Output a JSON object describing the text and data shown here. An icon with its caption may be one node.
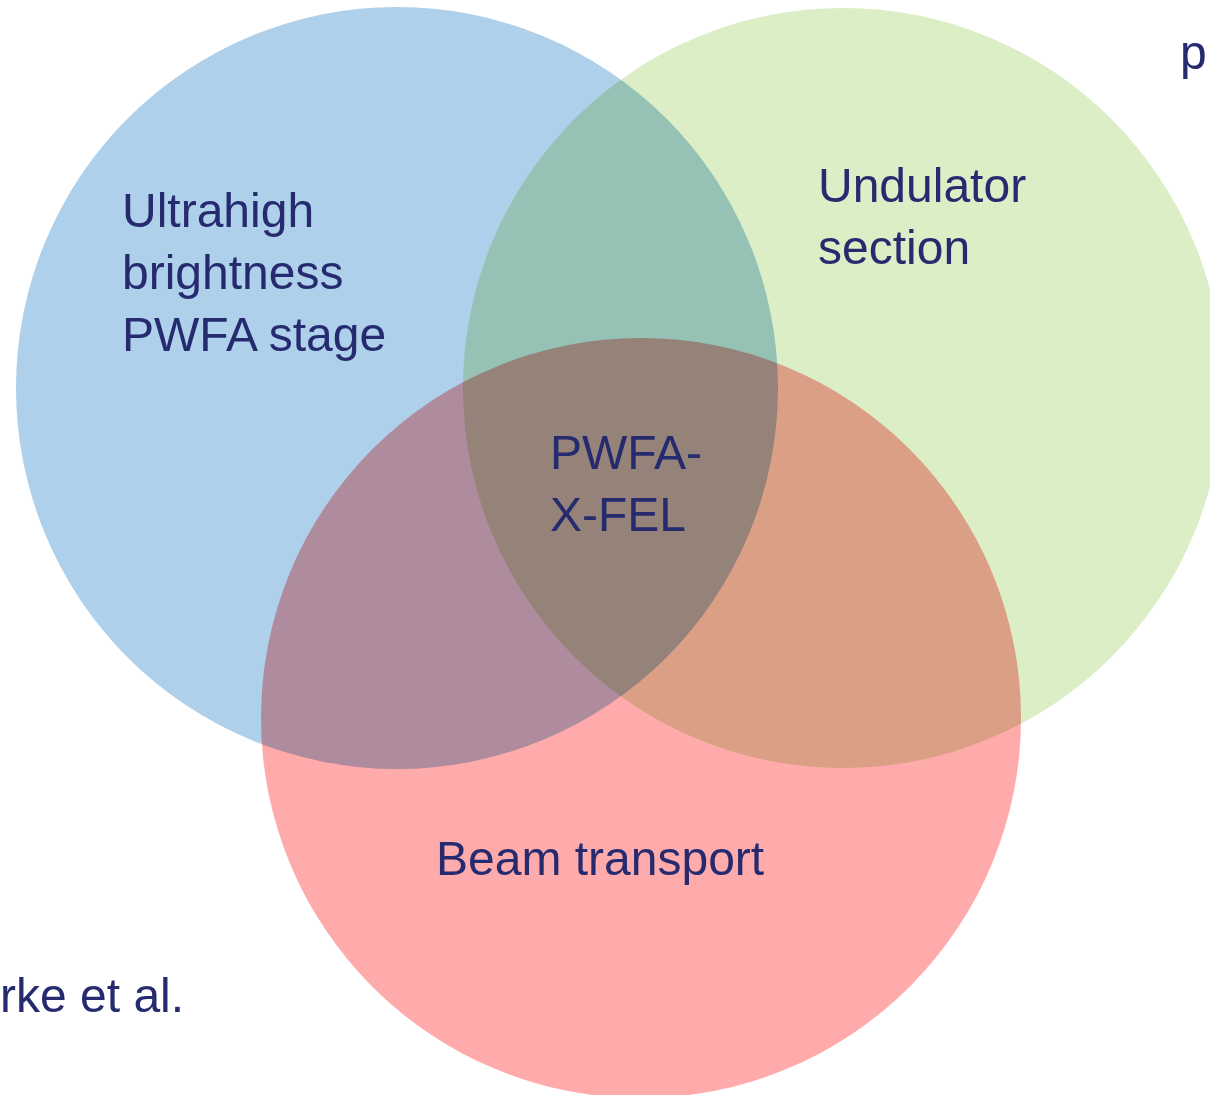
{
  "diagram": {
    "nodes": [
      {
        "text": [
          "Ultrahigh brightness PWFA stage"
        ]
      },
      {
        "text": [
          "Undulator section"
        ]
      },
      {
        "text": [
          "Beam transport"
        ]
      }
    ],
    "labels": [
      "PWFA- X-FEL",
      "pl",
      "rke et al."
    ]
  }
}
